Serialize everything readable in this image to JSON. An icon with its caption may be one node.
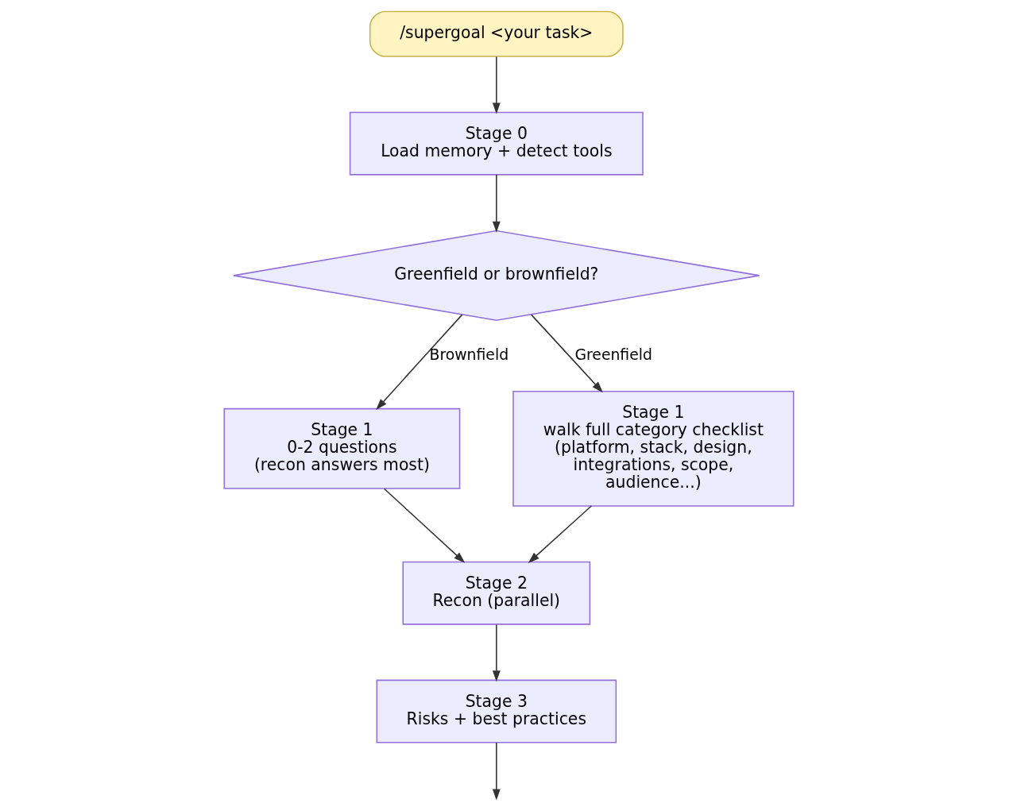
{
  "diagram": {
    "nodes": [
      {
        "text": [
          "/supergoal <your task>"
        ]
      },
      {
        "text": [
          "Stage 0",
          "Load memory + detect tools"
        ]
      },
      {
        "text": [
          "Greenfield or brownfield?"
        ]
      },
      {
        "text": [
          "Stage 1",
          "0-2 questions",
          "(recon answers most)"
        ]
      },
      {
        "text": [
          "Stage 1",
          "walk full category checklist",
          "(platform, stack, design, integrations, scope, audience...)"
        ]
      },
      {
        "text": [
          "Stage 2",
          "Recon (parallel)"
        ]
      },
      {
        "text": [
          "Stage 3",
          "Risks + best practices"
        ]
      }
    ],
    "edges": [
      {
        "from": 0,
        "to": 1,
        "arrow": "to"
      },
      {
        "from": 1,
        "to": 2,
        "arrow": "to"
      },
      {
        "from": 2,
        "to": 3,
        "label": "Brownfield",
        "arrow": "to"
      },
      {
        "from": 2,
        "to": 4,
        "label": "Greenfield",
        "arrow": "to"
      },
      {
        "from": 3,
        "to": 5,
        "arrow": "to"
      },
      {
        "from": 4,
        "to": 5,
        "arrow": "to"
      },
      {
        "from": 5,
        "to": 6,
        "arrow": "to"
      },
      {
        "from": 6,
        "to": null,
        "arrow": "to"
      }
    ]
  }
}
